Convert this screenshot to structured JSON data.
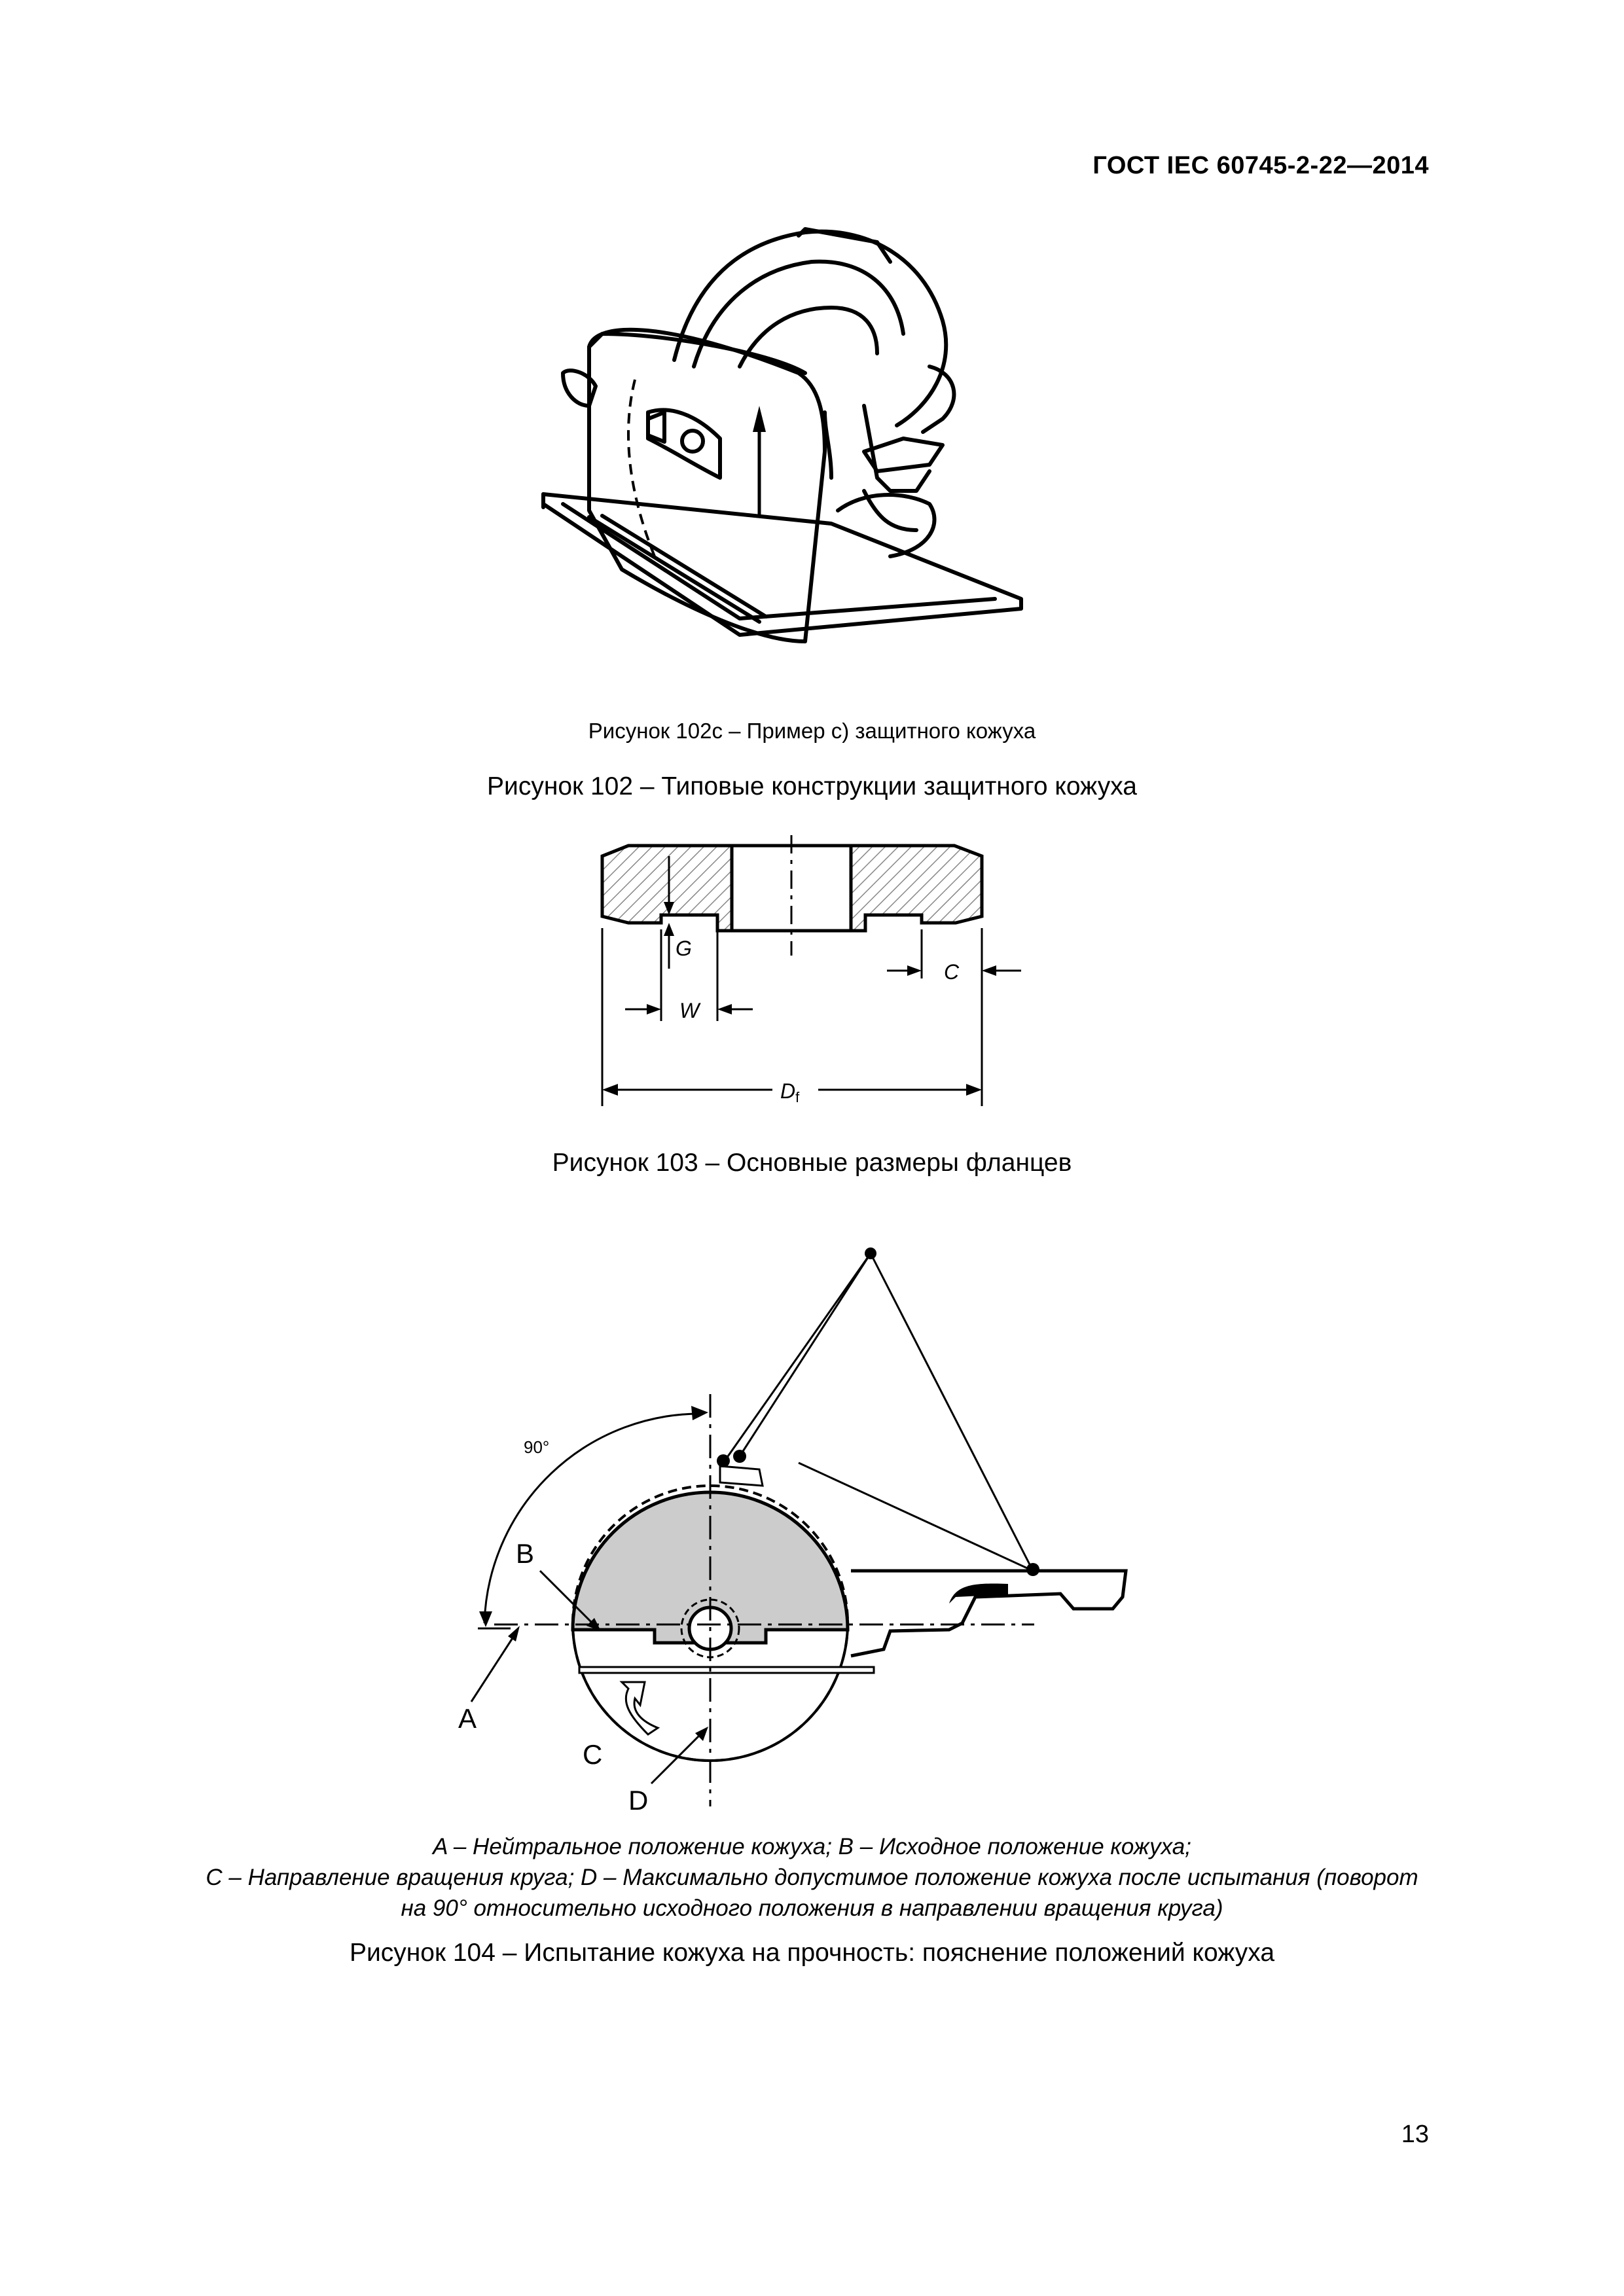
{
  "header": {
    "standard": "ГОСТ IEC 60745-2-22—2014"
  },
  "figure_102c": {
    "caption": "Рисунок 102с – Пример с) защитного кожуха"
  },
  "figure_102": {
    "caption": "Рисунок 102 – Типовые конструкции защитного кожуха"
  },
  "figure_103": {
    "labels": {
      "g": "G",
      "w": "W",
      "c": "C",
      "df_main": "D",
      "df_sub": "f"
    },
    "caption": "Рисунок 103 – Основные размеры фланцев"
  },
  "figure_104": {
    "labels": {
      "angle": "90°",
      "a": "A",
      "b": "B",
      "c": "C",
      "d": "D"
    },
    "legend": [
      "A – Нейтральное положение кожуха; В –  Исходное положение кожуха;",
      "С – Направление вращения круга; D – Максимально допустимое положение кожуха после испытания (поворот",
      "на 90° относительно исходного положения в направлении вращения круга)"
    ],
    "caption": "Рисунок 104 – Испытание кожуха на прочность: пояснение положений кожуха"
  },
  "footer": {
    "page_number": "13"
  }
}
